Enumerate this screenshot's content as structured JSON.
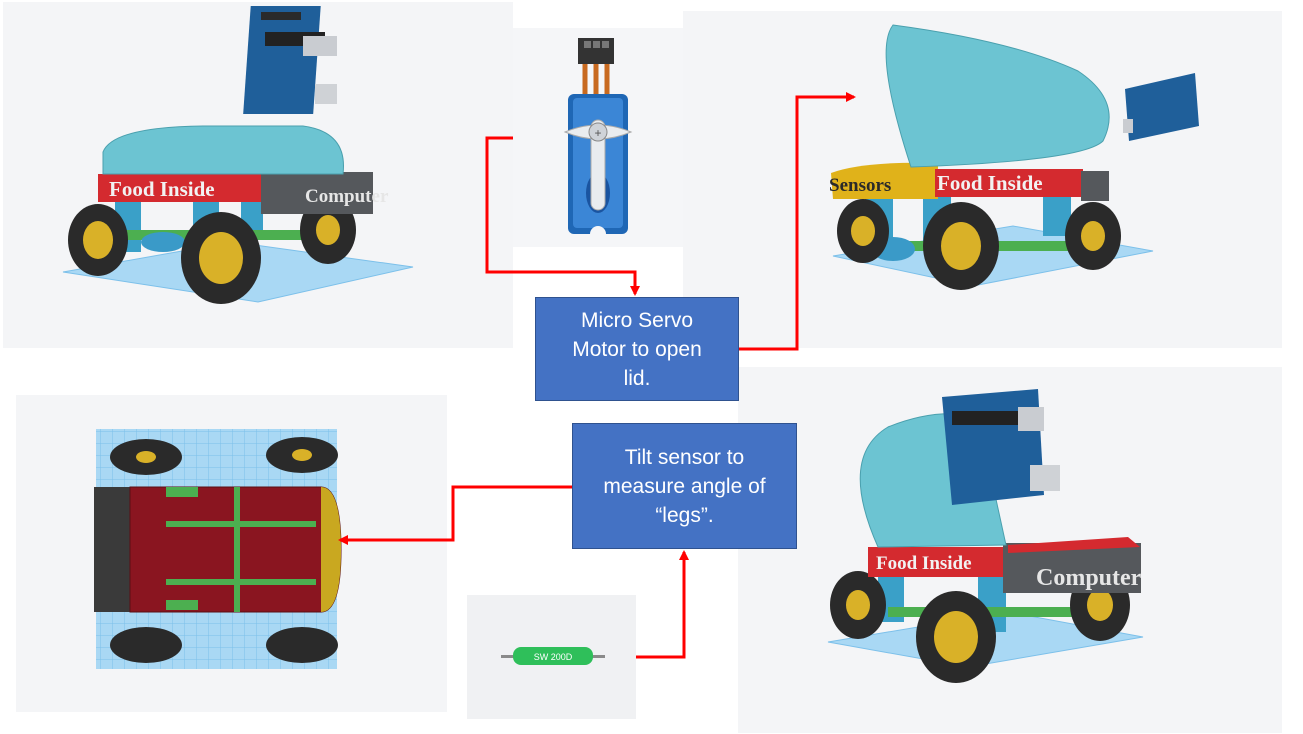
{
  "callouts": {
    "servo": "Micro Servo\nMotor to open\nlid.",
    "tilt": "Tilt sensor to\nmeasure angle of\n“legs”."
  },
  "models": {
    "food_label": "Food Inside",
    "computer_label": "Computer",
    "sensors_label": "Sensors",
    "tilt_part_label": "SW 200D"
  },
  "colors": {
    "callout_fill": "#4472c4",
    "arrow": "#ff0000",
    "lid": "#6cc4d2",
    "label_band": "#d42a2f",
    "computer_box": "#55585c",
    "sensor_band": "#e0b21a",
    "wheel_hub": "#d9b128",
    "grid": "#a9d8f4"
  }
}
